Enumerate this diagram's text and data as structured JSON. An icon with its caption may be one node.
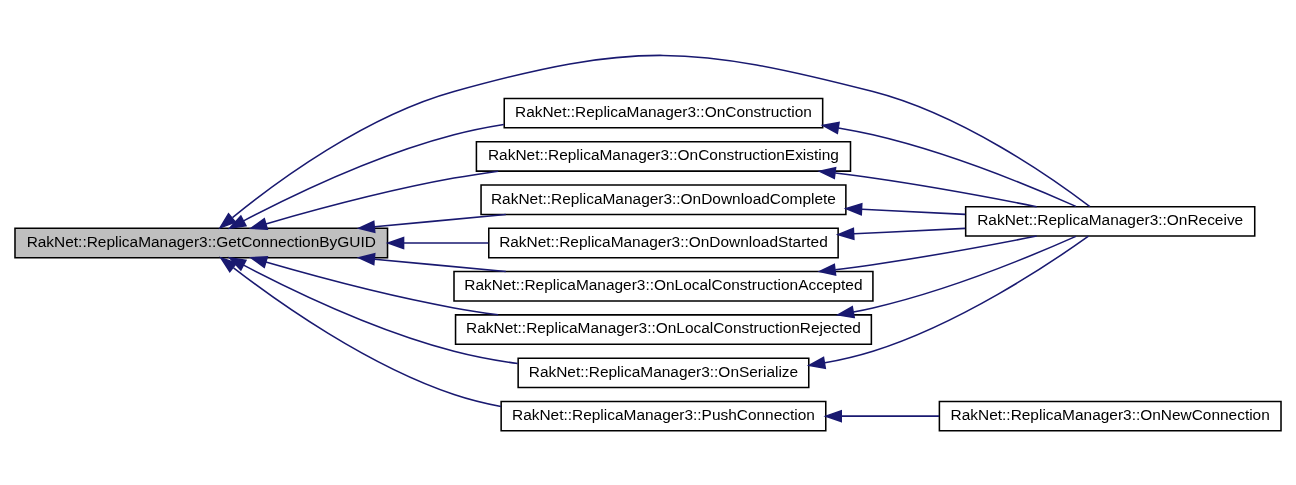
{
  "diagram": {
    "nodes": [
      {
        "text": [
          "RakNet::ReplicaManager3::GetConnectionByGUID"
        ]
      },
      {
        "text": [
          "RakNet::ReplicaManager3::OnConstruction"
        ]
      },
      {
        "text": [
          "RakNet::ReplicaManager3::OnConstructionExisting"
        ]
      },
      {
        "text": [
          "RakNet::ReplicaManager3::OnDownloadComplete"
        ]
      },
      {
        "text": [
          "RakNet::ReplicaManager3::OnDownloadStarted"
        ]
      },
      {
        "text": [
          "RakNet::ReplicaManager3::OnLocalConstructionAccepted"
        ]
      },
      {
        "text": [
          "RakNet::ReplicaManager3::OnLocalConstructionRejected"
        ]
      },
      {
        "text": [
          "RakNet::ReplicaManager3::OnSerialize"
        ]
      },
      {
        "text": [
          "RakNet::ReplicaManager3::PushConnection"
        ]
      },
      {
        "text": [
          "RakNet::ReplicaManager3::OnReceive"
        ]
      },
      {
        "text": [
          "RakNet::ReplicaManager3::OnNewConnection"
        ]
      }
    ],
    "edges": [
      {
        "from": 1,
        "to": 0,
        "arrow": "to"
      },
      {
        "from": 9,
        "to": 0,
        "arrow": "to"
      },
      {
        "from": 2,
        "to": 0,
        "arrow": "to"
      },
      {
        "from": 3,
        "to": 0,
        "arrow": "to"
      },
      {
        "from": 4,
        "to": 0,
        "arrow": "to"
      },
      {
        "from": 5,
        "to": 0,
        "arrow": "to"
      },
      {
        "from": 6,
        "to": 0,
        "arrow": "to"
      },
      {
        "from": 7,
        "to": 0,
        "arrow": "to"
      },
      {
        "from": 8,
        "to": 0,
        "arrow": "to"
      },
      {
        "from": 9,
        "to": 1,
        "arrow": "to"
      },
      {
        "from": 9,
        "to": 2,
        "arrow": "to"
      },
      {
        "from": 9,
        "to": 3,
        "arrow": "to"
      },
      {
        "from": 9,
        "to": 4,
        "arrow": "to"
      },
      {
        "from": 9,
        "to": 5,
        "arrow": "to"
      },
      {
        "from": 9,
        "to": 6,
        "arrow": "to"
      },
      {
        "from": 9,
        "to": 7,
        "arrow": "to"
      },
      {
        "from": 10,
        "to": 8,
        "arrow": "to"
      }
    ]
  }
}
